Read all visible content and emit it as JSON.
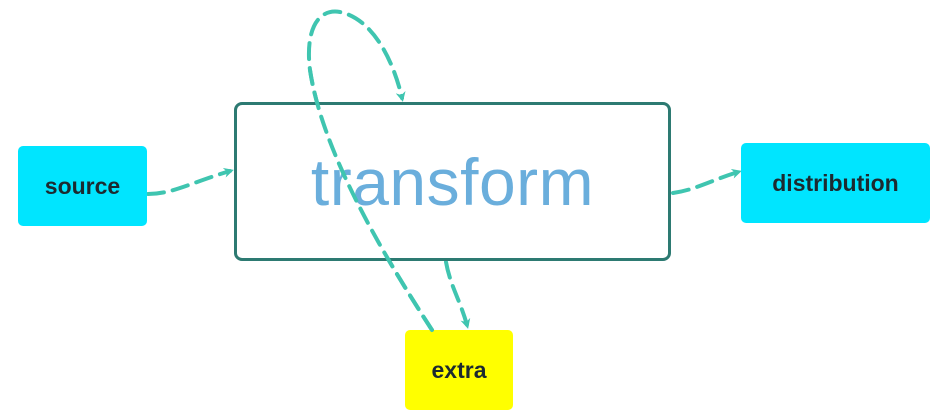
{
  "nodes": {
    "source": {
      "label": "source",
      "fill": "#00e5ff"
    },
    "transform": {
      "label": "transform",
      "text_color": "#6aaedc",
      "border": "#2d7a72"
    },
    "distribution": {
      "label": "distribution",
      "fill": "#00e5ff"
    },
    "extra": {
      "label": "extra",
      "fill": "#ffff00"
    }
  },
  "edges": [
    {
      "from": "source",
      "to": "transform",
      "style": "dashed"
    },
    {
      "from": "transform",
      "to": "distribution",
      "style": "dashed"
    },
    {
      "from": "transform",
      "to": "extra",
      "style": "dashed"
    },
    {
      "from": "extra",
      "to": "transform",
      "style": "dashed"
    }
  ],
  "colors": {
    "edge": "#3fc5b0",
    "text": "#1c2a30"
  }
}
